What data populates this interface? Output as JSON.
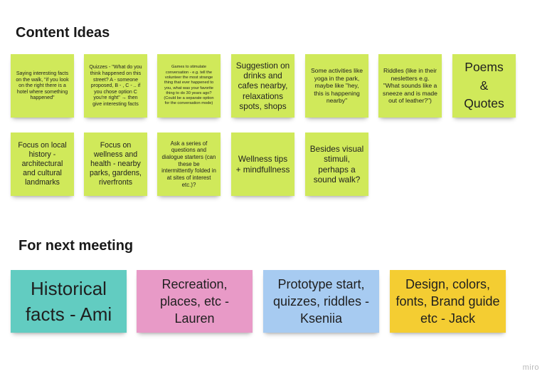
{
  "board": {
    "watermark": "miro",
    "colors": {
      "green": "#d0e95a",
      "teal": "#62ccc1",
      "pink": "#e89ac7",
      "blue": "#a7cbf1",
      "yellow": "#f4cd32"
    }
  },
  "content_ideas": {
    "title": "Content Ideas",
    "notes": [
      "Saying interesting facts on the walk, \"if you look on the right there is a hotel where something happened\"",
      "Quizzes - \"What do you think happened on this street? A - someone proposed, B - , C - .. if you chose option C you're right\" → then give interesting facts",
      "Games to stimulate conversation - e.g. tell the volunteer the most strange thing that ever happened to you, what was your favorite thing to do 30 years ago? (Could be a separate option for the conversation mode)",
      "Suggestion on drinks and cafes nearby, relaxations spots, shops",
      "Some activities like yoga in the park, maybe like \"hey, this is happening nearby\"",
      "Riddles (like in their nesletters e.g. \"What sounds like a sneeze and is made out of leather?\")",
      "Poems & Quotes",
      "Focus on local history - architectural and cultural landmarks",
      "Focus on wellness and health - nearby parks, gardens, riverfronts",
      "Ask a series of questions and dialogue starters (can these be intermittently folded in at sites of interest etc.)?",
      "Wellness tips + mindfullness",
      "Besides visual stimuli, perhaps a sound walk?"
    ]
  },
  "next_meeting": {
    "title": "For next meeting",
    "notes": [
      "Historical facts - Ami",
      "Recreation, places, etc - Lauren",
      "Prototype start, quizzes, riddles - Kseniia",
      "Design, colors, fonts, Brand guide etc - Jack"
    ]
  }
}
